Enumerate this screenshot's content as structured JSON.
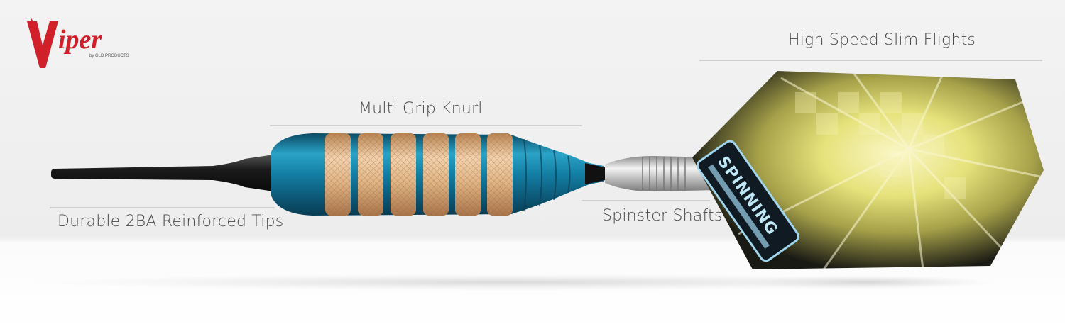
{
  "brand": {
    "name": "Viper",
    "tagline": "by GLD PRODUCTS",
    "color": "#d0202a"
  },
  "callouts": {
    "flights": "High Speed Slim Flights",
    "grip": "Multi Grip Knurl",
    "tips": "Durable 2BA Reinforced Tips",
    "shafts": "Spinster Shafts"
  },
  "flight_print": "SPINNING",
  "colors": {
    "background_top": "#f1f1f1",
    "background_bottom": "#ffffff",
    "barrel_blue": "#1c7fa0",
    "knurl_gold": "#e2b98a",
    "tip_black": "#1e1e1e",
    "shaft_silver": "#c9c9c9",
    "flight_yellow": "#e8e27a"
  }
}
